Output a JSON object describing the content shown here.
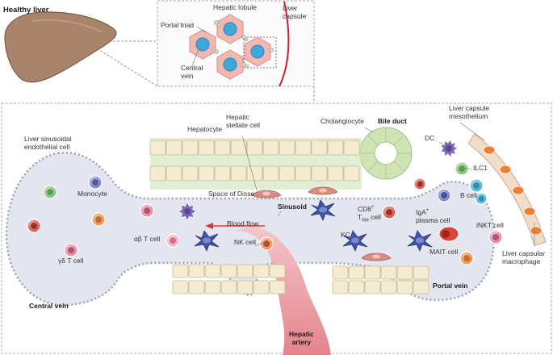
{
  "labels": {
    "healthy_liver": "Healthy liver",
    "portal_triad": "Portal triad",
    "hepatic_lobule": "Hepatic lobule",
    "liver_capsule": "Liver\ncapsule",
    "central_vein_inset": "Central\nvein",
    "hepatic_stellate_cell": "Hepatic\nstellate cell",
    "cholangiocyte": "Cholangiocyte",
    "bile_duct": "Bile duct",
    "liver_capsule_mesothelium": "Liver capsule\nmesothelium",
    "hepatocyte": "Hepatocyte",
    "lsec": "Liver sinusoidal\nendothelial cell",
    "dc": "DC",
    "ilc1": "ILC1",
    "monocyte": "Monocyte",
    "space_of_disse": "Space of Disse",
    "b_cell": "B cell",
    "sinusoid": "Sinusoid",
    "cd8_trm_a": "CD8",
    "cd8_trm_sup": "+",
    "cd8_trm_b": "T",
    "cd8_trm_sub": "RM",
    "cd8_trm_c": " cell",
    "blood_flow": "Blood flow",
    "iga_a": "IgA",
    "iga_sup": "+",
    "iga_b": "plasma cell",
    "inkt_cell": "iNKT cell",
    "gamma_delta_t_cell": "γδ T cell",
    "ab_t_cell": "αβ T cell",
    "nk_cell": "NK cell",
    "kc": "KC",
    "mait_cell": "MAIT cell",
    "liver_capsular_macrophage": "Liver capsular\nmacrophage",
    "central_vein": "Central vein",
    "portal_vein": "Portal vein",
    "hepatic_artery": "Hepatic\nartery"
  },
  "colors": {
    "tissue_fill": "#e3e6ee",
    "tissue_outline": "#9ba1b3",
    "hepatocyte_fill": "#f4ecd2",
    "hepatocyte_outline": "#c8b98a",
    "disse_green": "#cfe3b5",
    "liver_brown": "#a8856a",
    "lobule_pink": "#f2b7b0",
    "lobule_nucleus": "#3fa8da",
    "capsule_red": "#c8202f",
    "artery_red": "#e4848b",
    "blood_flow_arrow": "#d93a3a",
    "kc_blue": "#3f54a3",
    "stellate_pink": "#d98c80",
    "dc_purple": "#8068b8",
    "monocyte_blue": "#6f79c1",
    "green_cell": "#7cbf6e",
    "red_cell": "#d8493a",
    "orange_cell": "#f08a3a",
    "pink_cell": "#e47f98",
    "teal_cell": "#41aed1",
    "capsule_macrophage": "#ef7f36",
    "inkt_cell": "#d8529b"
  },
  "icons": [
    "liver-organ-icon",
    "hepatic-lobule-icon",
    "hepatocyte-icon",
    "bile-duct-icon",
    "dc-cell-icon",
    "ilc1-cell-icon",
    "monocyte-cell-icon",
    "kupffer-cell-icon",
    "stellate-cell-icon",
    "nk-cell-icon",
    "b-cell-icon",
    "plasma-cell-icon",
    "t-cell-icon",
    "macrophage-icon",
    "blood-flow-arrow-icon"
  ]
}
